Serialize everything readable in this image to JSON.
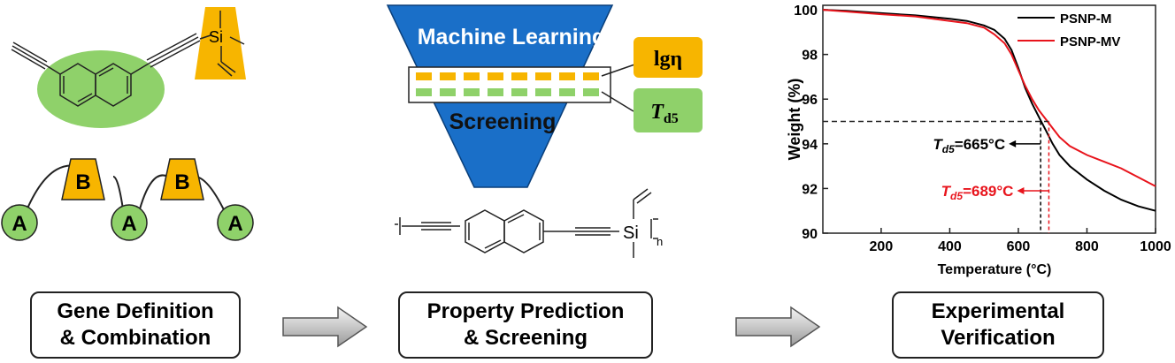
{
  "panels": {
    "gene": {
      "line1": "Gene Definition",
      "line2": "& Combination",
      "si_label": "Si",
      "block_a": "A",
      "block_b": "B"
    },
    "prediction": {
      "line1": "Property Prediction",
      "line2": "& Screening",
      "funnel_top": "Machine Learning",
      "funnel_bottom": "Screening",
      "prop1": "lgη",
      "prop2_main": "T",
      "prop2_sub": "d5",
      "polymer_si": "Si",
      "polymer_n": "n"
    },
    "verification": {
      "line1": "Experimental",
      "line2": "Verification"
    }
  },
  "colors": {
    "green": "#8fd16a",
    "orange": "#f7b500",
    "blue": "#1a6fc8",
    "red": "#e8141c"
  },
  "chart_data": {
    "type": "line",
    "xlabel": "Temperature (°C)",
    "ylabel": "Weight (%)",
    "xlim": [
      30,
      1000
    ],
    "ylim": [
      90,
      100.2
    ],
    "xticks": [
      200,
      400,
      600,
      800,
      1000
    ],
    "yticks": [
      90,
      92,
      94,
      96,
      98,
      100
    ],
    "legend_position": "top-right",
    "series": [
      {
        "name": "PSNP-M",
        "color": "#000000",
        "x": [
          30,
          100,
          200,
          300,
          400,
          450,
          500,
          530,
          560,
          580,
          600,
          620,
          640,
          660,
          680,
          700,
          720,
          750,
          800,
          850,
          900,
          950,
          1000
        ],
        "y": [
          100.0,
          99.95,
          99.85,
          99.75,
          99.6,
          99.5,
          99.3,
          99.1,
          98.7,
          98.2,
          97.4,
          96.5,
          95.8,
          95.2,
          94.6,
          94.0,
          93.5,
          93.0,
          92.4,
          91.9,
          91.5,
          91.2,
          91.0
        ]
      },
      {
        "name": "PSNP-MV",
        "color": "#e8141c",
        "x": [
          30,
          100,
          200,
          300,
          400,
          450,
          500,
          530,
          560,
          580,
          600,
          620,
          640,
          660,
          680,
          700,
          720,
          750,
          800,
          850,
          900,
          950,
          1000
        ],
        "y": [
          100.0,
          99.92,
          99.8,
          99.7,
          99.5,
          99.4,
          99.2,
          98.9,
          98.5,
          98.0,
          97.3,
          96.6,
          96.0,
          95.5,
          95.1,
          94.7,
          94.3,
          93.9,
          93.5,
          93.2,
          92.9,
          92.5,
          92.1
        ]
      }
    ],
    "reference_y": 95,
    "annotations": [
      {
        "series": "PSNP-M",
        "label_main": "T",
        "label_sub": "d5",
        "label_value": "=665°C",
        "x": 665,
        "color": "#000000"
      },
      {
        "series": "PSNP-MV",
        "label_main": "T",
        "label_sub": "d5",
        "label_value": "=689°C",
        "x": 689,
        "color": "#e8141c"
      }
    ]
  }
}
